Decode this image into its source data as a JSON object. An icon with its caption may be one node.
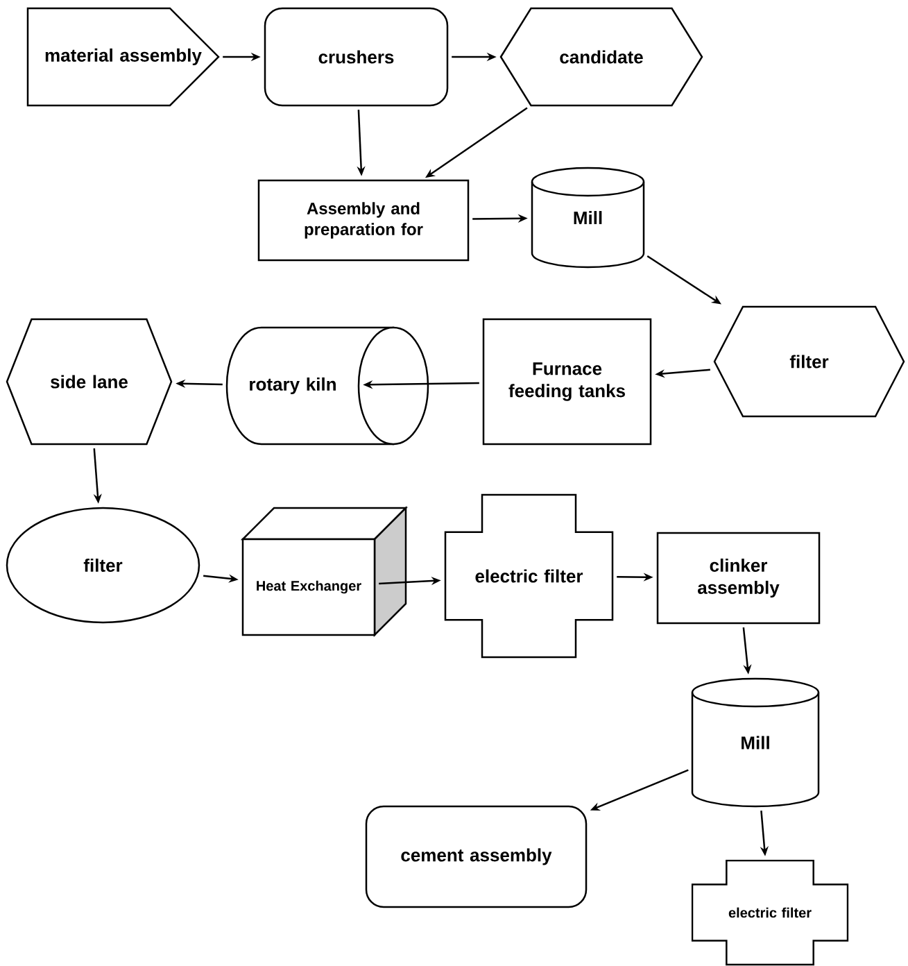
{
  "diagram": {
    "nodes": [
      {
        "text": [
          "material assembly"
        ]
      },
      {
        "text": [
          "crushers"
        ]
      },
      {
        "text": [
          "candidate"
        ]
      },
      {
        "text": [
          "Assembly and preparation for"
        ]
      },
      {
        "text": [
          "Mill"
        ]
      },
      {
        "text": [
          "filter"
        ]
      },
      {
        "text": [
          "Furnace feeding tanks"
        ]
      },
      {
        "text": [
          "rotary kiln"
        ]
      },
      {
        "text": [
          "side lane"
        ]
      },
      {
        "text": [
          "filter"
        ]
      },
      {
        "text": [
          "Heat Exchanger"
        ]
      },
      {
        "text": [
          "electric filter"
        ]
      },
      {
        "text": [
          "clinker assembly"
        ]
      },
      {
        "text": [
          "Mill"
        ]
      },
      {
        "text": [
          "cement assembly"
        ]
      },
      {
        "text": [
          "electric filter"
        ]
      }
    ],
    "edges": [
      {
        "from": 0,
        "to": 1,
        "arrow": "to"
      },
      {
        "from": 1,
        "to": 2,
        "arrow": "to"
      },
      {
        "from": 1,
        "to": 3,
        "arrow": "to"
      },
      {
        "from": 2,
        "to": 3,
        "arrow": "to"
      },
      {
        "from": 3,
        "to": 4,
        "arrow": "to"
      },
      {
        "from": 4,
        "to": 5,
        "arrow": "to"
      },
      {
        "from": 5,
        "to": 6,
        "arrow": "to"
      },
      {
        "from": 6,
        "to": 7,
        "arrow": "to"
      },
      {
        "from": 7,
        "to": 8,
        "arrow": "to"
      },
      {
        "from": 8,
        "to": 9,
        "arrow": "to"
      },
      {
        "from": 9,
        "to": 10,
        "arrow": "to"
      },
      {
        "from": 10,
        "to": 11,
        "arrow": "to"
      },
      {
        "from": 11,
        "to": 12,
        "arrow": "to"
      },
      {
        "from": 12,
        "to": 13,
        "arrow": "to"
      },
      {
        "from": 13,
        "to": 14,
        "arrow": "to"
      },
      {
        "from": 13,
        "to": 15,
        "arrow": "to"
      }
    ]
  }
}
